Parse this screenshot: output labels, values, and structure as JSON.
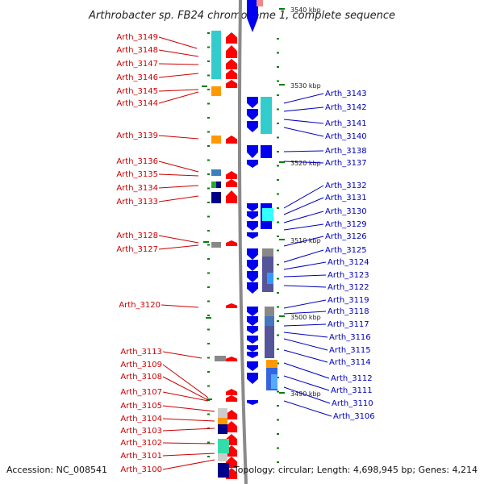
{
  "header": {
    "title": "Arthrobacter sp. FB24 chromosome 1, complete sequence"
  },
  "footer": {
    "accession": "Accession: NC_008541",
    "topology": "Topology: circular; Length: 4,698,945 bp; Genes: 4,214"
  },
  "colors": {
    "forward_label": "#cc0000",
    "reverse_label": "#0000bb",
    "forward_gene": "#ff0000",
    "reverse_gene": "#0000ee",
    "backbone": "#8a8a8a",
    "tick": "#008000",
    "cyan": "#33cccc",
    "orange": "#ff9900",
    "navy": "#000088",
    "slate": "#555599",
    "gray": "#888888",
    "light": "#cccccc"
  },
  "scale": {
    "labels": [
      "3540 kbp",
      "3530 kbp",
      "3520 kbp",
      "3510 kbp",
      "3500 kbp",
      "3490 kbp"
    ]
  },
  "left_labels": [
    "Arth_3149",
    "Arth_3148",
    "Arth_3147",
    "Arth_3146",
    "Arth_3145",
    "Arth_3144",
    "Arth_3139",
    "Arth_3136",
    "Arth_3135",
    "Arth_3134",
    "Arth_3133",
    "Arth_3128",
    "Arth_3127",
    "Arth_3120",
    "Arth_3113",
    "Arth_3109",
    "Arth_3108",
    "Arth_3107",
    "Arth_3105",
    "Arth_3104",
    "Arth_3103",
    "Arth_3102",
    "Arth_3101",
    "Arth_3100"
  ],
  "right_labels": [
    "Arth_3143",
    "Arth_3142",
    "Arth_3141",
    "Arth_3140",
    "Arth_3138",
    "Arth_3137",
    "Arth_3132",
    "Arth_3131",
    "Arth_3130",
    "Arth_3129",
    "Arth_3126",
    "Arth_3125",
    "Arth_3124",
    "Arth_3123",
    "Arth_3122",
    "Arth_3119",
    "Arth_3118",
    "Arth_3117",
    "Arth_3116",
    "Arth_3115",
    "Arth_3114",
    "Arth_3112",
    "Arth_3111",
    "Arth_3110",
    "Arth_3106"
  ]
}
